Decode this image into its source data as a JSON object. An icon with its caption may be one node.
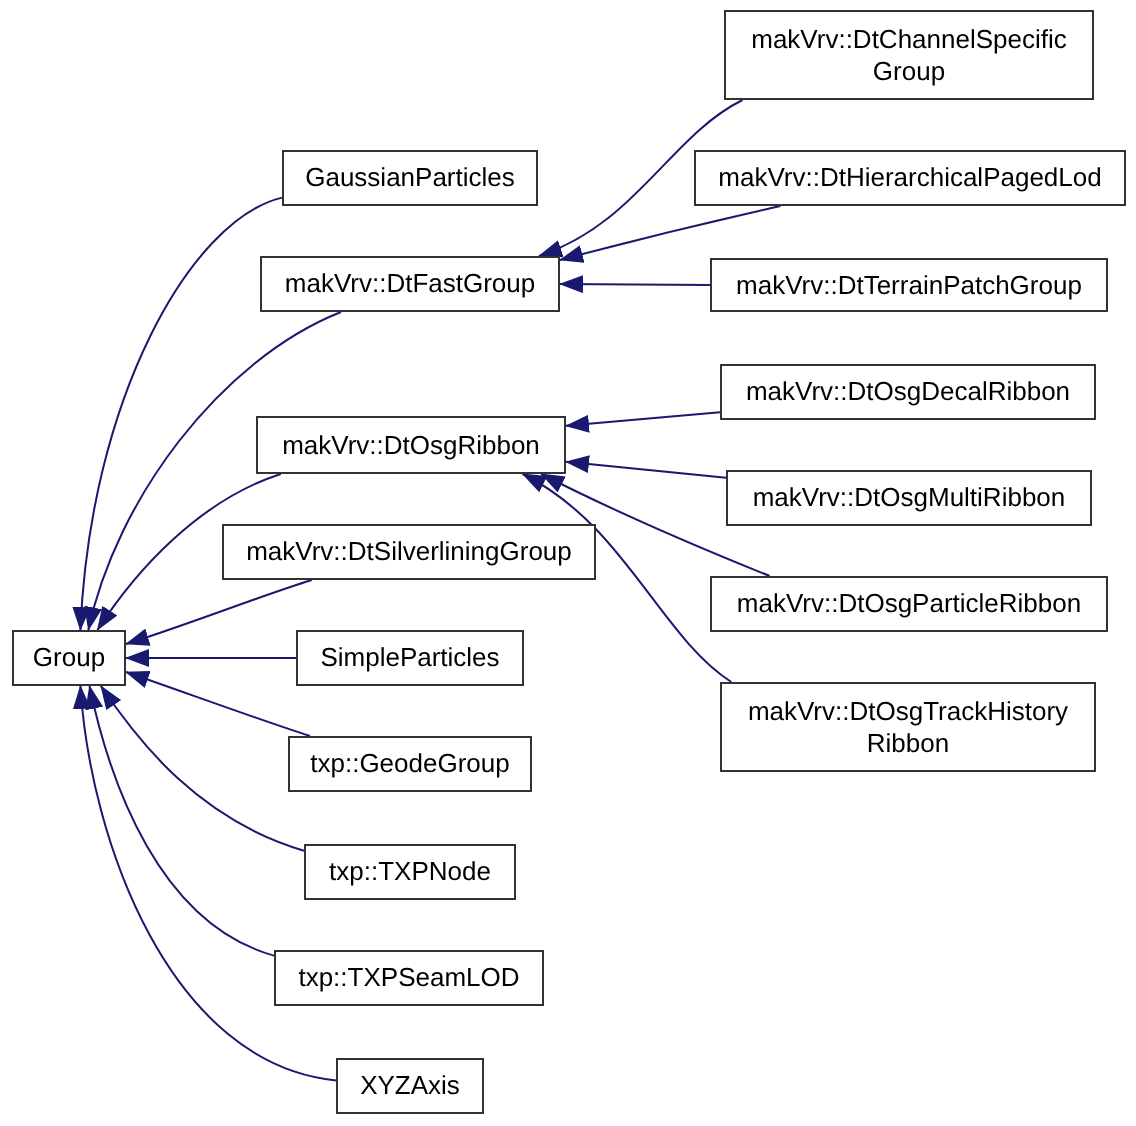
{
  "diagram": {
    "nodes": [
      {
        "text": [
          "Group"
        ]
      },
      {
        "text": [
          "GaussianParticles"
        ]
      },
      {
        "text": [
          "makVrv::DtFastGroup"
        ]
      },
      {
        "text": [
          "makVrv::DtOsgRibbon"
        ]
      },
      {
        "text": [
          "makVrv::DtSilverliningGroup"
        ]
      },
      {
        "text": [
          "SimpleParticles"
        ]
      },
      {
        "text": [
          "txp::GeodeGroup"
        ]
      },
      {
        "text": [
          "txp::TXPNode"
        ]
      },
      {
        "text": [
          "txp::TXPSeamLOD"
        ]
      },
      {
        "text": [
          "XYZAxis"
        ]
      },
      {
        "text": [
          "makVrv::DtChannelSpecific Group"
        ]
      },
      {
        "text": [
          "makVrv::DtHierarchicalPagedLod"
        ]
      },
      {
        "text": [
          "makVrv::DtTerrainPatchGroup"
        ]
      },
      {
        "text": [
          "makVrv::DtOsgDecalRibbon"
        ]
      },
      {
        "text": [
          "makVrv::DtOsgMultiRibbon"
        ]
      },
      {
        "text": [
          "makVrv::DtOsgParticleRibbon"
        ]
      },
      {
        "text": [
          "makVrv::DtOsgTrackHistory Ribbon"
        ]
      }
    ],
    "edges": [
      {
        "from": 1,
        "to": 0,
        "arrow": "to"
      },
      {
        "from": 2,
        "to": 0,
        "arrow": "to"
      },
      {
        "from": 3,
        "to": 0,
        "arrow": "to"
      },
      {
        "from": 4,
        "to": 0,
        "arrow": "to"
      },
      {
        "from": 5,
        "to": 0,
        "arrow": "to"
      },
      {
        "from": 6,
        "to": 0,
        "arrow": "to"
      },
      {
        "from": 7,
        "to": 0,
        "arrow": "to"
      },
      {
        "from": 8,
        "to": 0,
        "arrow": "to"
      },
      {
        "from": 9,
        "to": 0,
        "arrow": "to"
      },
      {
        "from": 10,
        "to": 2,
        "arrow": "to"
      },
      {
        "from": 11,
        "to": 2,
        "arrow": "to"
      },
      {
        "from": 12,
        "to": 2,
        "arrow": "to"
      },
      {
        "from": 13,
        "to": 3,
        "arrow": "to"
      },
      {
        "from": 14,
        "to": 3,
        "arrow": "to"
      },
      {
        "from": 15,
        "to": 3,
        "arrow": "to"
      },
      {
        "from": 16,
        "to": 3,
        "arrow": "to"
      }
    ]
  }
}
